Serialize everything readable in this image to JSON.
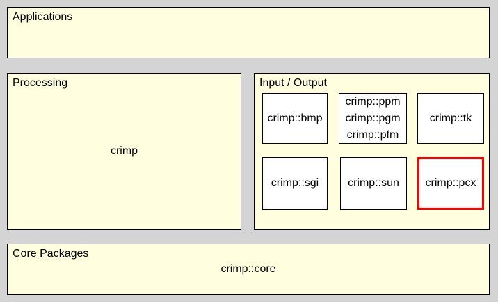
{
  "colors": {
    "canvas_background": "#d4d4d4",
    "section_fill": "#ffffe0",
    "package_fill": "#ffffff",
    "border": "#000000",
    "highlight_border": "#ff0000"
  },
  "sections": {
    "applications": {
      "label": "Applications"
    },
    "processing": {
      "label": "Processing",
      "package": "crimp"
    },
    "input_output": {
      "label": "Input / Output",
      "packages": {
        "bmp": {
          "lines": [
            "crimp::bmp"
          ],
          "highlighted": false
        },
        "ppm_pgm_pfm": {
          "lines": [
            "crimp::ppm",
            "crimp::pgm",
            "crimp::pfm"
          ],
          "highlighted": false
        },
        "tk": {
          "lines": [
            "crimp::tk"
          ],
          "highlighted": false
        },
        "sgi": {
          "lines": [
            "crimp::sgi"
          ],
          "highlighted": false
        },
        "sun": {
          "lines": [
            "crimp::sun"
          ],
          "highlighted": false
        },
        "pcx": {
          "lines": [
            "crimp::pcx"
          ],
          "highlighted": true
        }
      }
    },
    "core": {
      "label": "Core Packages",
      "package": "crimp::core"
    }
  }
}
